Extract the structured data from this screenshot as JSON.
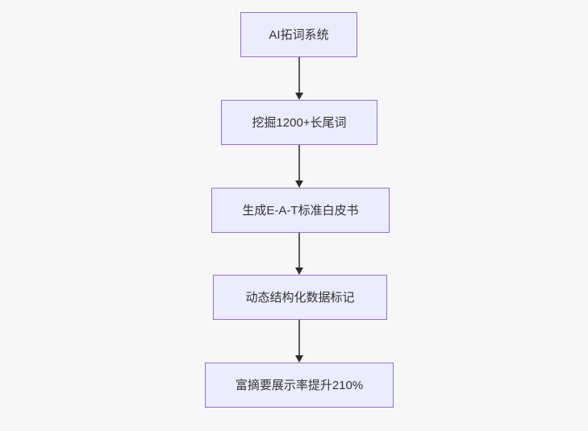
{
  "diagram": {
    "type": "flowchart",
    "direction": "top-down",
    "nodes": [
      {
        "id": "n1",
        "label": "AI拓词系统"
      },
      {
        "id": "n2",
        "label": "挖掘1200+长尾词"
      },
      {
        "id": "n3",
        "label": "生成E-A-T标准白皮书"
      },
      {
        "id": "n4",
        "label": "动态结构化数据标记"
      },
      {
        "id": "n5",
        "label": "富摘要展示率提升210%"
      }
    ],
    "edges": [
      {
        "from": "n1",
        "to": "n2",
        "style": "solid",
        "arrowhead": "filled-triangle-down"
      },
      {
        "from": "n2",
        "to": "n3",
        "style": "solid",
        "arrowhead": "filled-triangle-down"
      },
      {
        "from": "n3",
        "to": "n4",
        "style": "solid",
        "arrowhead": "filled-triangle-down"
      },
      {
        "from": "n4",
        "to": "n5",
        "style": "solid",
        "arrowhead": "filled-triangle-down"
      }
    ]
  },
  "colors": {
    "background": "#f7f7f7",
    "node_fill": "#ECECFF",
    "node_border": "#9370DB",
    "node_text": "#333333",
    "edge_line": "#5c5c5c",
    "arrowhead": "#2b2b2b"
  }
}
